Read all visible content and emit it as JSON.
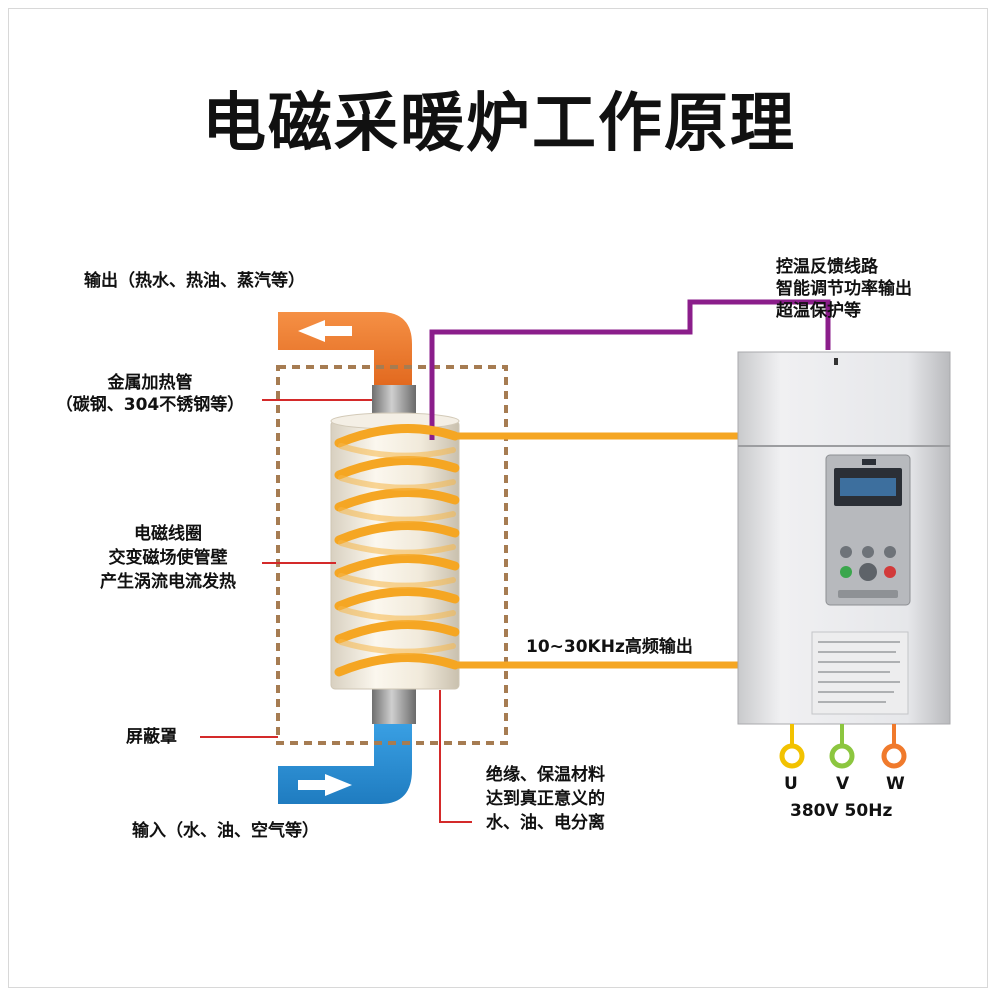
{
  "title": "电磁采暖炉工作原理",
  "labels": {
    "output": "输出（热水、热油、蒸汽等）",
    "metal_pipe_1": "金属加热管",
    "metal_pipe_2": "（碳钢、304不锈钢等）",
    "coil_1": "电磁线圈",
    "coil_2": "交变磁场使管壁",
    "coil_3": "产生涡流电流发热",
    "shield": "屏蔽罩",
    "input": "输入（水、油、空气等）",
    "insulation_1": "绝缘、保温材料",
    "insulation_2": "达到真正意义的",
    "insulation_3": "水、油、电分离",
    "control_1": "控温反馈线路",
    "control_2": "智能调节功率输出",
    "control_3": "超温保护等",
    "frequency": "10~30KHz高频输出",
    "power_spec": "380V  50Hz"
  },
  "phases": [
    "U",
    "V",
    "W"
  ],
  "colors": {
    "pipe_orange": "#f07a2c",
    "pipe_blue": "#2d8fd5",
    "coil": "#f5a623",
    "feedback_line": "#8b1e8b",
    "pointer_line": "#d42a2a",
    "shield_border": "#a67c52",
    "phase_u": "#f2c200",
    "phase_v": "#8cc63f",
    "phase_w": "#f07a2c"
  }
}
